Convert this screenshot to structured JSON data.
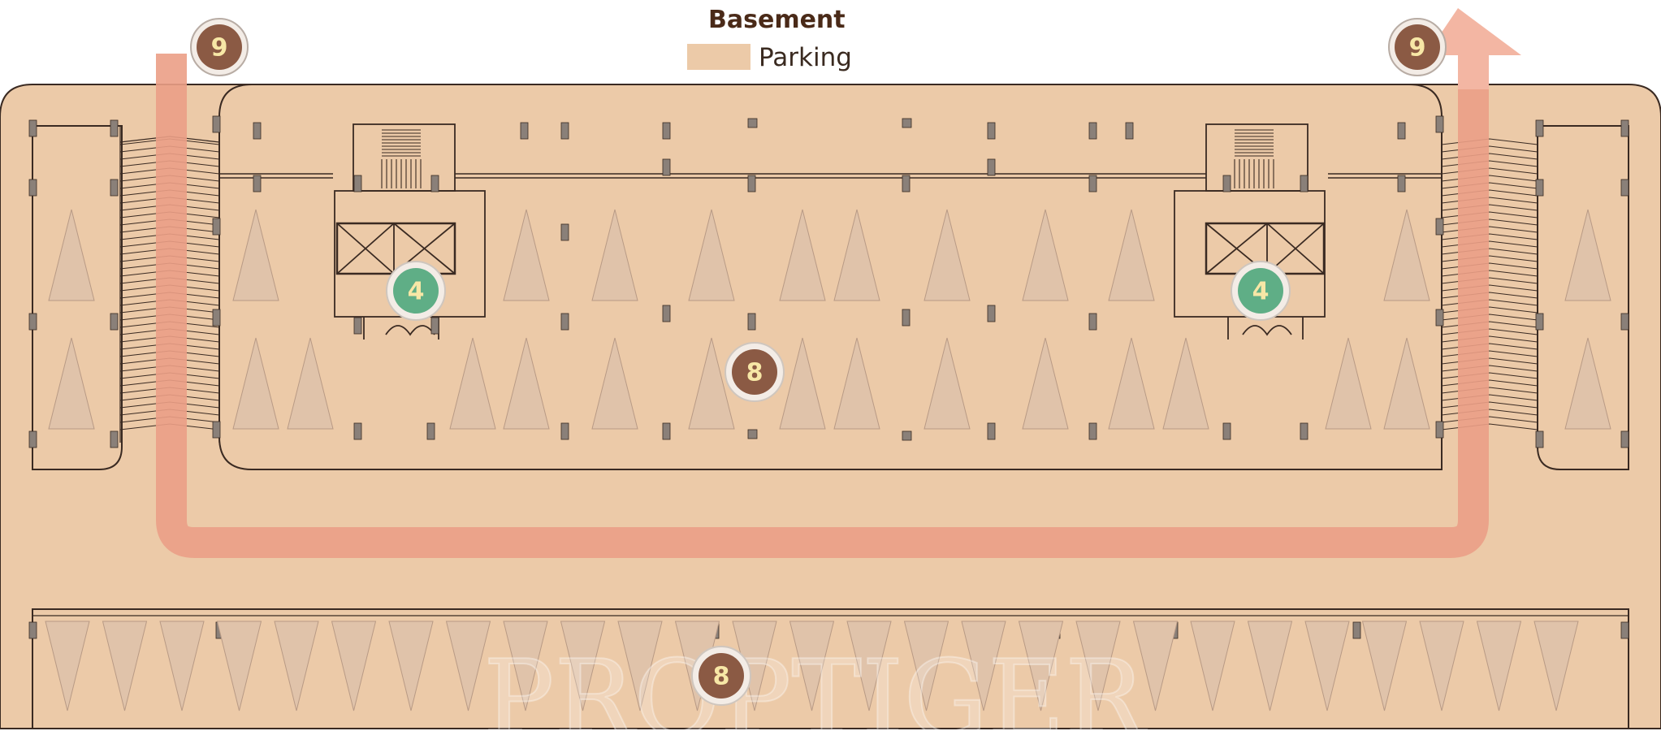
{
  "legend": {
    "title": "Basement",
    "items": [
      {
        "label": "Parking",
        "color": "#eccaa8"
      }
    ]
  },
  "badges": {
    "ramp_entry": "9",
    "ramp_exit": "9",
    "lift_left": "4",
    "lift_right": "4",
    "parking_upper": "8",
    "parking_lower": "8"
  },
  "watermark": "PROPTIGER",
  "colors": {
    "floor": "#eccaa8",
    "wall": "#3a2a22",
    "car_marker": "#e0c3aa",
    "ramp_route": "#eb9f86",
    "badge_brown": "#8b5a44",
    "badge_green": "#5fae86",
    "badge_text_light": "#f7e7a6",
    "badge_ring": "#f3ece6"
  }
}
